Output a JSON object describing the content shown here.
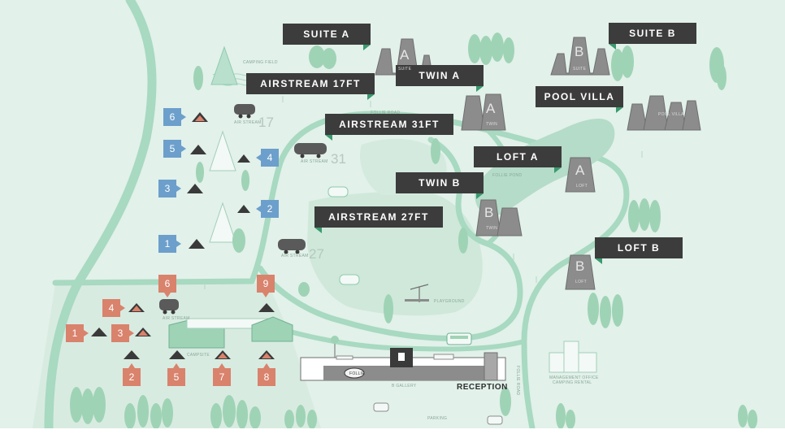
{
  "map": {
    "labels": {
      "suite_a": "SUITE A",
      "suite_b": "SUITE B",
      "airstream_17": "AIRSTREAM 17FT",
      "twin_a": "TWIN A",
      "pool_villa": "POOL VILLA",
      "airstream_31": "AIRSTREAM 31FT",
      "loft_a": "LOFT A",
      "twin_b": "TWIN B",
      "airstream_27": "AIRSTREAM 27FT",
      "loft_b": "LOFT B",
      "reception": "RECEPTION"
    },
    "blue_markers": [
      "6",
      "5",
      "4",
      "3",
      "2",
      "1"
    ],
    "red_markers": [
      "6",
      "9",
      "4",
      "1",
      "3",
      "2",
      "5",
      "7",
      "8"
    ],
    "airstream_sizes": {
      "s17": "17",
      "s31": "31",
      "s27": "27"
    },
    "building_letters": {
      "suite_a": "A",
      "suite_b": "B",
      "twin_a": "A",
      "twin_b": "B",
      "loft_a": "A",
      "loft_b": "B"
    },
    "small_text": {
      "suite": "SUITE",
      "twin": "TWIN",
      "loft": "LOFT",
      "pool_villa": "POOL VILLA",
      "air_stream": "AIR STREAM",
      "follie_pond": "FOLLIE POND",
      "follie_road": "FOLLIE ROAD",
      "camping_field": "CAMPING FIELD",
      "campsite": "CAMPSITE",
      "playground": "PLAYGROUND",
      "parking": "PARKING",
      "management": "MANAGEMENT OFFICE",
      "camping_rental": "CAMPING RENTAL",
      "b_gallery": "B GALLERY",
      "logo": "FOLLIE"
    },
    "colors": {
      "land": "#e2f1ea",
      "road": "#a8d9c1",
      "tree": "#9fd3b5",
      "label_bg": "#3c3c3c",
      "label_tab": "#3a9a6e",
      "blue_marker": "#6c9fcb",
      "red_marker": "#d9826c",
      "building": "#8c8c8c"
    }
  }
}
